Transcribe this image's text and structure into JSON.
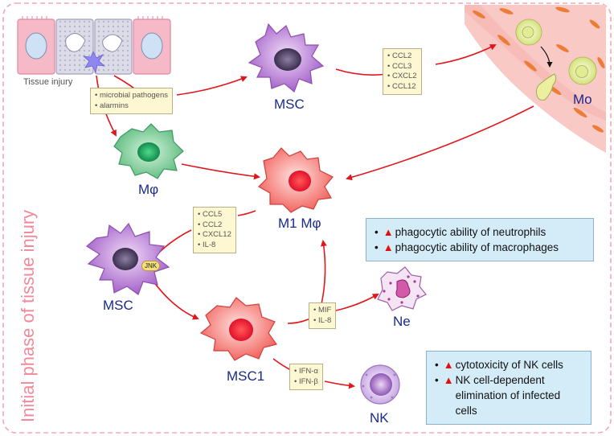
{
  "side_title": "Initial phase of tissue injury",
  "tissue_label": "Tissue injury",
  "labels": {
    "msc_top": "MSC",
    "mphi": "Mφ",
    "m1": "M1 Mφ",
    "msc_left": "MSC",
    "msc1": "MSC1",
    "ne": "Ne",
    "nk": "NK",
    "mo": "Mo",
    "jnk": "JNK"
  },
  "notes": {
    "injury_signals": [
      "microbial pathogens",
      "alarmins"
    ],
    "msc_chemokines": [
      "CCL2",
      "CCL3",
      "CXCL2",
      "CCL12"
    ],
    "m1_chemokines": [
      "CCL5",
      "CCL2",
      "CXCL12",
      "IL-8"
    ],
    "ne_factors": [
      "MIF",
      "IL-8"
    ],
    "nk_factors": [
      "IFN-α",
      "IFN-β"
    ]
  },
  "effects": {
    "phagocytic": [
      "phagocytic ability of neutrophils",
      "phagocytic ability of macrophages"
    ],
    "nk": [
      "cytotoxicity of NK cells",
      "NK cell-dependent elimination of infected cells"
    ]
  },
  "colors": {
    "arrow": "#e0161b",
    "msc": "#b779d6",
    "macrophage": "#6cc58c",
    "m1": "#f4726e",
    "border": "#f2899a",
    "label": "#1a2a8c"
  }
}
